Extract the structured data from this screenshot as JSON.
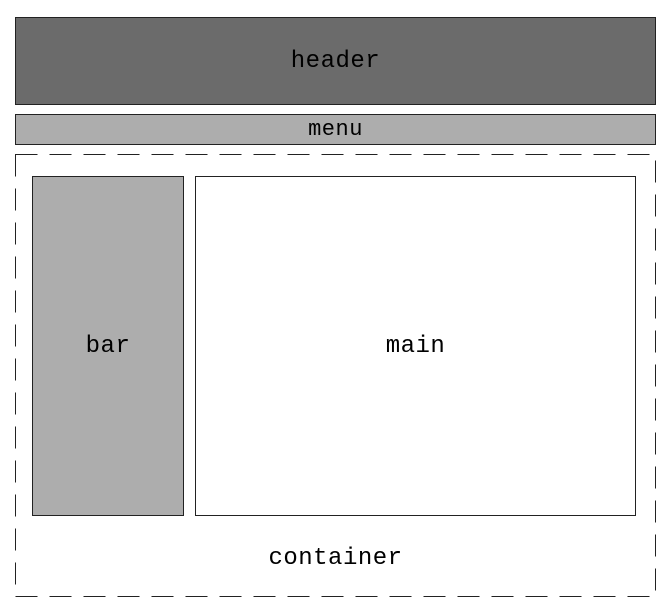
{
  "diagram": {
    "header": {
      "label": "header",
      "fill": "#6b6b6b"
    },
    "menu": {
      "label": "menu",
      "fill": "#adadad"
    },
    "container": {
      "label": "container",
      "style": "dashed"
    },
    "bar": {
      "label": "bar",
      "fill": "#adadad"
    },
    "main": {
      "label": "main",
      "fill": "#ffffff"
    }
  }
}
